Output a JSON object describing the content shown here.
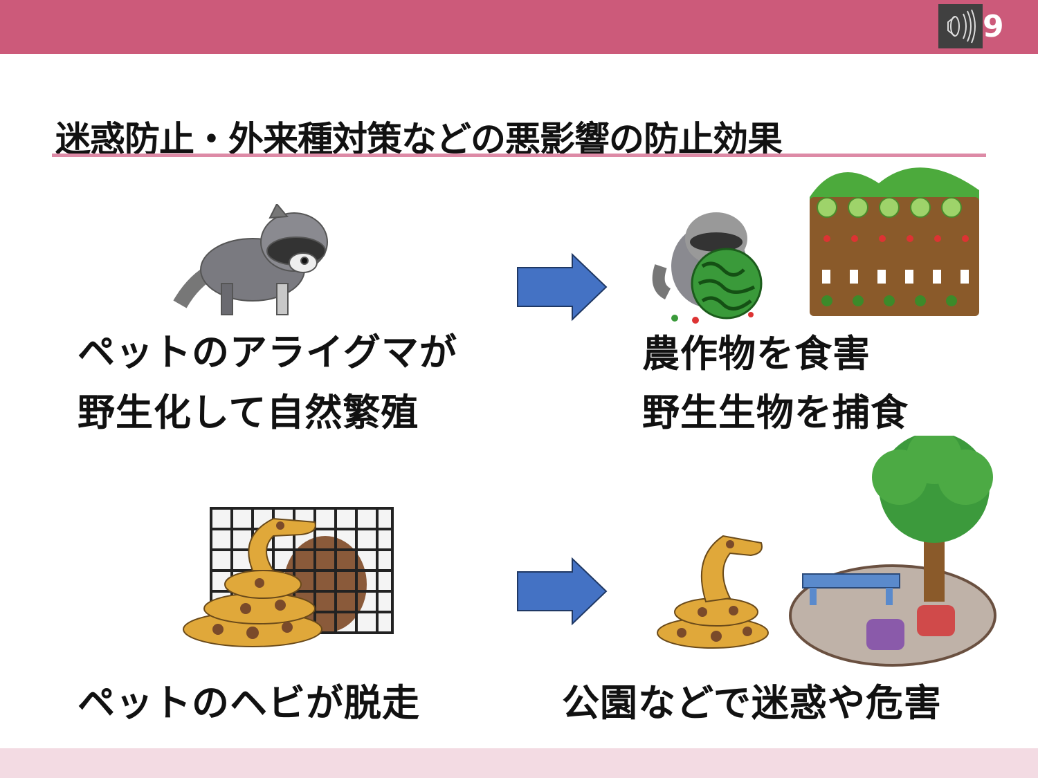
{
  "header": {
    "page_number": "9",
    "audio_icon": "speaker-icon",
    "color": "#cc5a7a"
  },
  "title": "迷惑防止・外来種対策などの悪影響の防止効果",
  "rows": [
    {
      "cause": [
        "ペットのアライグマが",
        "野生化して自然繁殖"
      ],
      "effect": [
        "農作物を食害",
        "野生生物を捕食"
      ]
    },
    {
      "cause": [
        "ペットのヘビが脱走"
      ],
      "effect": [
        "公園などで迷惑や危害"
      ]
    }
  ],
  "arrow_color": "#4472c4"
}
